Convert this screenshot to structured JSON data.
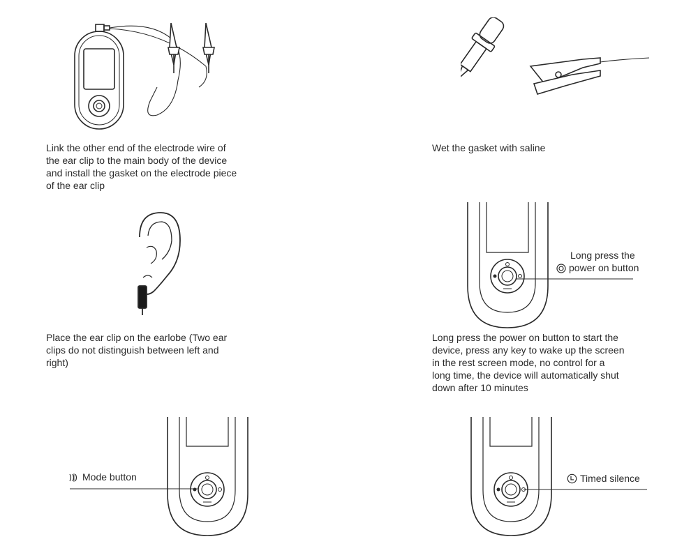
{
  "steps": [
    {
      "caption": [
        "Link the other end of the electrode wire of",
        "the ear clip to the main body of the device",
        "and install the gasket on the electrode piece",
        "of the ear clip"
      ]
    },
    {
      "caption": [
        "Wet the gasket with saline"
      ]
    },
    {
      "caption": [
        "Place the ear clip on the earlobe (Two ear",
        "clips do not distinguish between left and",
        "right)"
      ]
    },
    {
      "callout": [
        "Long press the",
        "power on button"
      ],
      "callout_icon": "power-ring-icon",
      "caption": [
        "Long press the power on button to start the",
        "device, press any key to wake up the screen",
        "in the rest screen mode, no control for a",
        "long time, the device will automatically shut",
        "down after 10 minutes"
      ]
    },
    {
      "callout": [
        "Mode button"
      ],
      "callout_icon": "mode-wave-icon"
    },
    {
      "callout": [
        "Timed silence"
      ],
      "callout_icon": "timer-icon"
    }
  ]
}
